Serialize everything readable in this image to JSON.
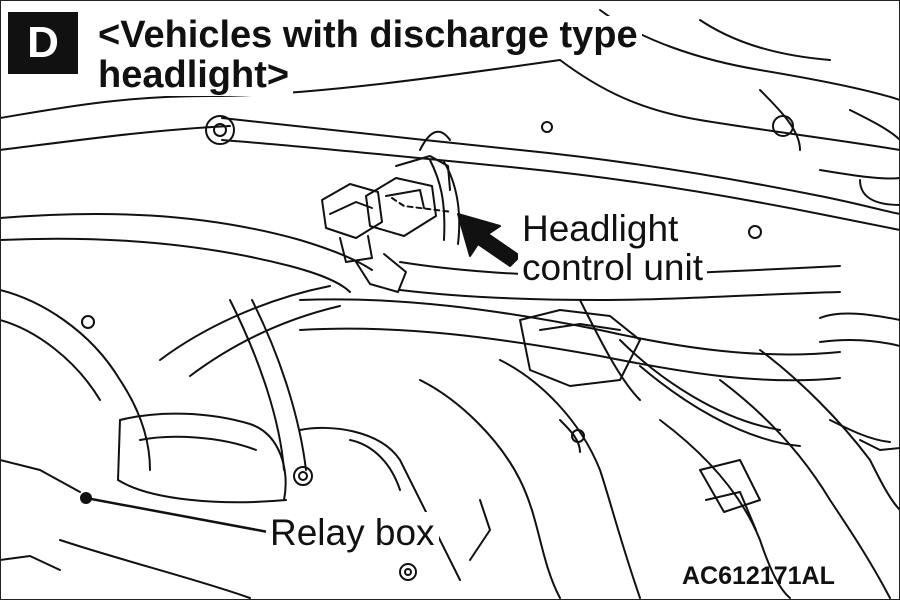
{
  "badge": {
    "letter": "D"
  },
  "title": {
    "line1": "<Vehicles with discharge type",
    "line2": "headlight>"
  },
  "callouts": {
    "headlight_control_unit": {
      "line1": "Headlight",
      "line2": "control unit"
    },
    "relay_box": "Relay box"
  },
  "figure_id": "AC612171AL",
  "colors": {
    "line": "#111111",
    "background": "#ffffff"
  }
}
